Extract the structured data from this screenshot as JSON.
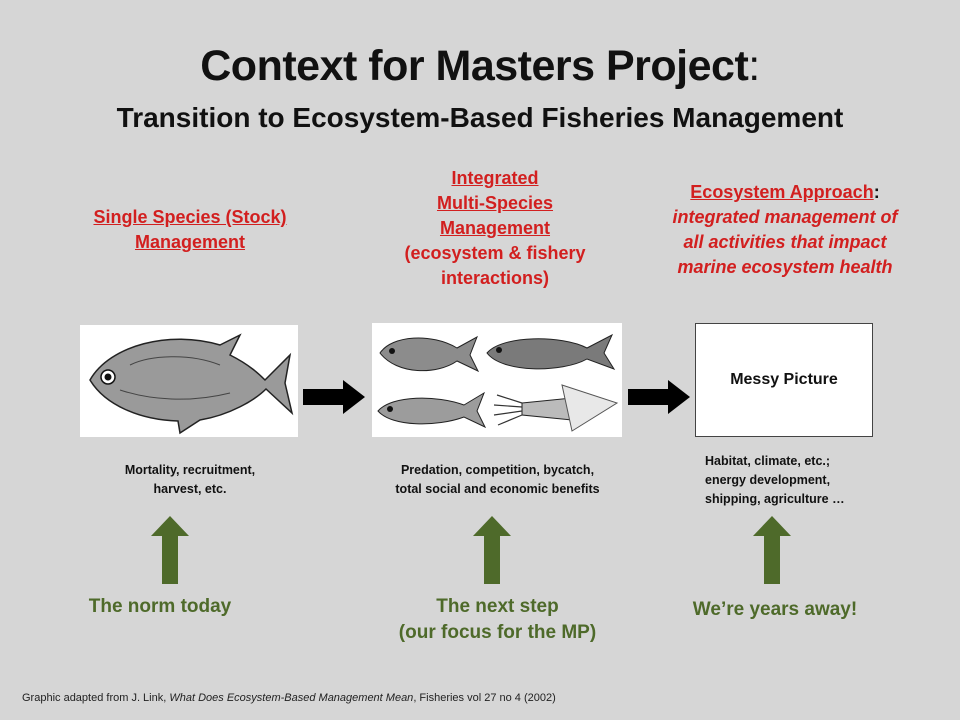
{
  "title": {
    "main": "Context for Masters Project",
    "colon": ":",
    "sub": "Transition to Ecosystem-Based Fisheries Management"
  },
  "columns": [
    {
      "heading_lines": [
        "Single Species (Stock)",
        "Management"
      ],
      "image_label": "",
      "caption_lines": [
        "Mortality, recruitment,",
        "harvest, etc."
      ],
      "arrow_label_lines": [
        "The norm today"
      ]
    },
    {
      "heading_lines": [
        "Integrated",
        "Multi-Species",
        "Management"
      ],
      "heading_extra_lines": [
        "(ecosystem & fishery",
        "interactions)"
      ],
      "image_label": "",
      "caption_lines": [
        "Predation, competition, bycatch,",
        "total social and economic benefits"
      ],
      "arrow_label_lines": [
        "The next step",
        "(our focus for the MP)"
      ]
    },
    {
      "heading_title": "Ecosystem Approach",
      "heading_colon": ":",
      "heading_italic_lines": [
        "integrated management of",
        "all activities that impact",
        "marine ecosystem health"
      ],
      "image_label": "Messy Picture",
      "caption_lines": [
        "Habitat, climate, etc.;",
        "energy development,",
        "shipping, agriculture …"
      ],
      "arrow_label_lines": [
        "We’re years away!"
      ]
    }
  ],
  "footer": {
    "prefix": "Graphic adapted from J. Link, ",
    "italic": "What Does Ecosystem-Based  Management Mean",
    "suffix": ", Fisheries vol 27 no 4 (2002)"
  },
  "colors": {
    "background": "#d6d6d6",
    "heading_red": "#d21f1f",
    "arrow_green": "#4e6a2a",
    "label_green": "#4e6a2a"
  },
  "icons": [
    "right-arrow-icon",
    "up-arrow-icon",
    "fish-icon",
    "squid-icon",
    "skate-icon"
  ]
}
